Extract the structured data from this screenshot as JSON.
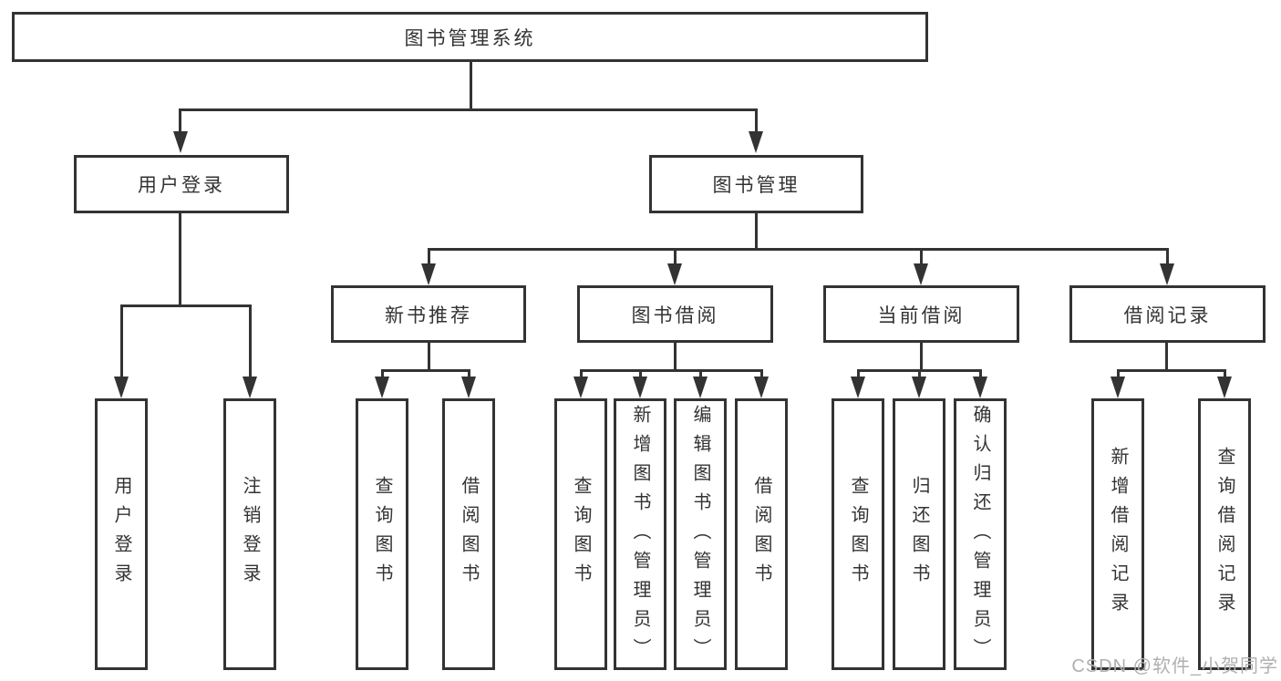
{
  "colors": {
    "line": "#333333",
    "box_border": "#333333",
    "text": "#333333",
    "background": "#ffffff",
    "watermark": "#b0b0b0"
  },
  "tree": {
    "root": {
      "label": "图书管理系统"
    },
    "login": {
      "label": "用户登录",
      "children": [
        {
          "label": "用户登录"
        },
        {
          "label": "注销登录"
        }
      ]
    },
    "management": {
      "label": "图书管理",
      "groups": [
        {
          "label": "新书推荐",
          "children": [
            {
              "label": "查询图书"
            },
            {
              "label": "借阅图书"
            }
          ]
        },
        {
          "label": "图书借阅",
          "children": [
            {
              "label": "查询图书"
            },
            {
              "label": "新增图书（管理员）"
            },
            {
              "label": "编辑图书（管理员）"
            },
            {
              "label": "借阅图书"
            }
          ]
        },
        {
          "label": "当前借阅",
          "children": [
            {
              "label": "查询图书"
            },
            {
              "label": "归还图书"
            },
            {
              "label": "确认归还（管理员）"
            }
          ]
        },
        {
          "label": "借阅记录",
          "children": [
            {
              "label": "新增借阅记录"
            },
            {
              "label": "查询借阅记录"
            }
          ]
        }
      ]
    }
  },
  "watermark": {
    "text": "CSDN @软件_小贺同学"
  }
}
